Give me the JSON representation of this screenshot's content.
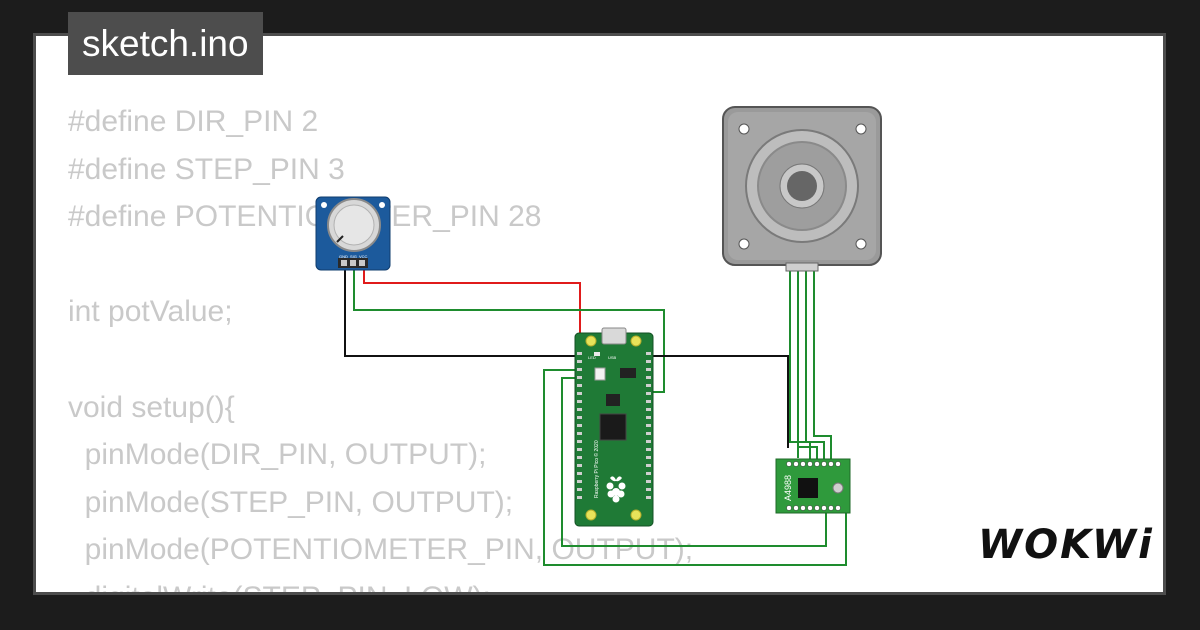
{
  "file_tab": {
    "title": "sketch.ino"
  },
  "code_lines": [
    "#define DIR_PIN 2",
    "#define STEP_PIN 3",
    "#define POTENTIOMETER_PIN 28",
    "",
    "int potValue;",
    "",
    "void setup(){",
    "  pinMode(DIR_PIN, OUTPUT);",
    "  pinMode(STEP_PIN, OUTPUT);",
    "  pinMode(POTENTIOMETER_PIN, OUTPUT);",
    "  digitalWrite(STEP_PIN, LOW);"
  ],
  "components": {
    "potentiometer": {
      "pin_labels": [
        "GND",
        "SIG",
        "VCC"
      ]
    },
    "pico": {
      "board_text": "Raspberry Pi Pico © 2020",
      "labels": [
        "LED",
        "USB"
      ]
    },
    "driver": {
      "chip_label": "A4988"
    }
  },
  "brand": {
    "logo_text": "WOKWi"
  },
  "colors": {
    "wire_red": "#e01b1b",
    "wire_green": "#1e8c2e",
    "wire_black": "#111111",
    "pico_green": "#1f7a36",
    "pot_blue": "#1c5a9c",
    "driver_green": "#2f9a3c"
  }
}
